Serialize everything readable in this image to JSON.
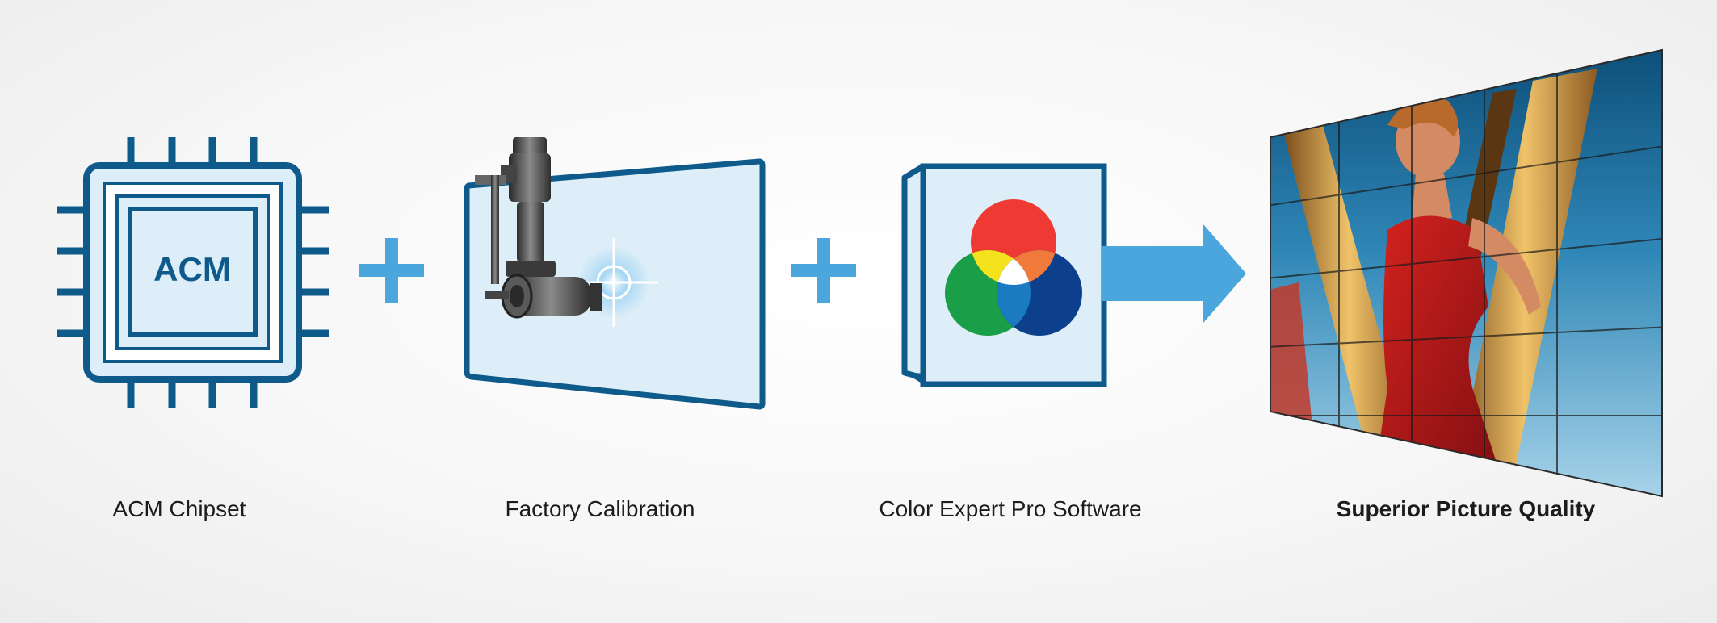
{
  "colors": {
    "outline": "#0e5a8a",
    "fill_light": "#ddeef8",
    "accent_blue": "#4aa6dc",
    "red": "#ee3a32",
    "green": "#1a9e47",
    "blue": "#0c3f8c",
    "yellow": "#f4e31c",
    "orange": "#f07a3c"
  },
  "stages": [
    {
      "label": "ACM Chipset",
      "chip_text": "ACM",
      "icon": "chip-icon"
    },
    {
      "label": "Factory Calibration",
      "icon": "calibration-robot-icon"
    },
    {
      "label": "Color Expert Pro Software",
      "icon": "rgb-color-wheel-icon"
    },
    {
      "label": "Superior Picture Quality",
      "icon": "video-wall-image"
    }
  ],
  "operators": [
    "plus-icon",
    "plus-icon",
    "arrow-right-icon"
  ]
}
